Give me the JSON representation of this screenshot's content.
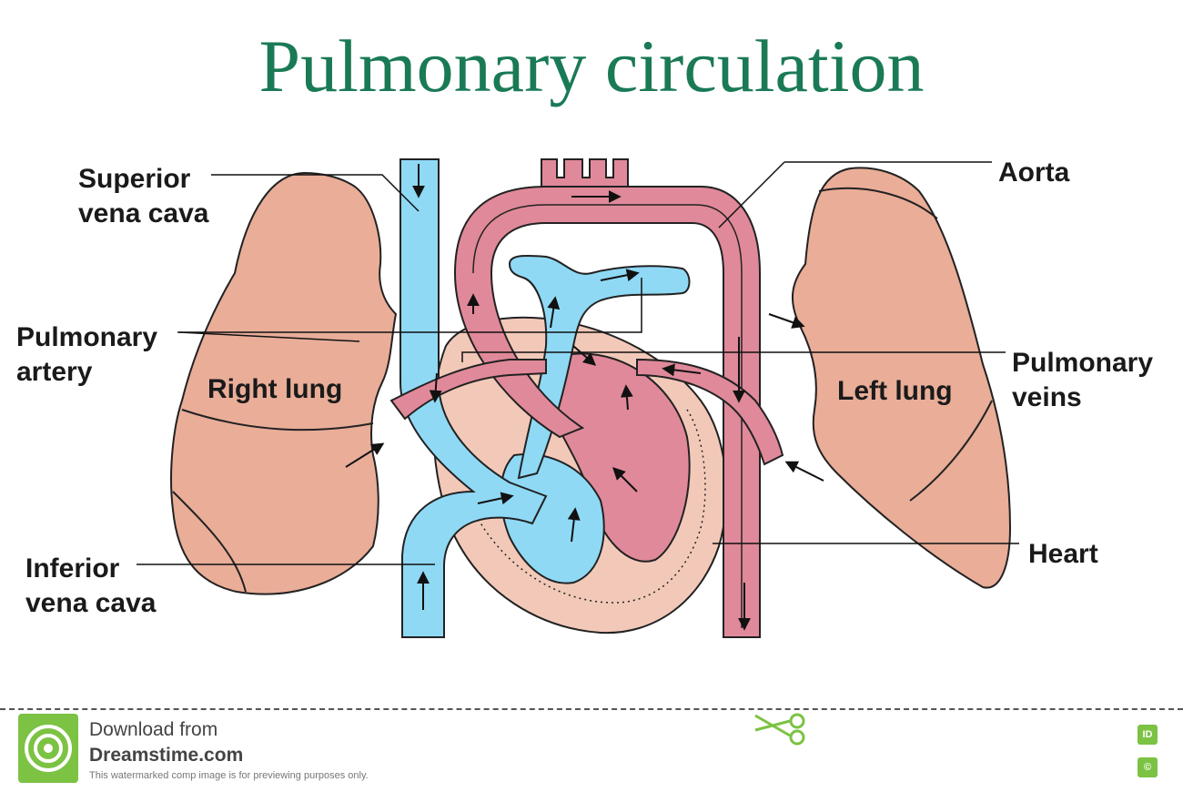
{
  "title": "Pulmonary circulation",
  "labels": {
    "superior_vena_cava": [
      "Superior",
      "vena cava"
    ],
    "pulmonary_artery": [
      "Pulmonary",
      "artery"
    ],
    "inferior_vena_cava": [
      "Inferior",
      "vena cava"
    ],
    "right_lung": "Right lung",
    "left_lung": "Left lung",
    "aorta": "Aorta",
    "pulmonary_veins": [
      "Pulmonary",
      "veins"
    ],
    "heart": "Heart"
  },
  "colors": {
    "title": "#1a7a56",
    "lung": "#e9ad98",
    "oxygenated": "#e0899a",
    "deoxygenated": "#8fd9f5",
    "heart_wall": "#f2c9b9",
    "watermark_green": "#7cc243"
  },
  "footer": {
    "download_text": "Download from",
    "site": "Dreamstime.com",
    "note": "This watermarked comp image is for previewing purposes only.",
    "badge_id": "ID",
    "badge_copyright": "©"
  }
}
